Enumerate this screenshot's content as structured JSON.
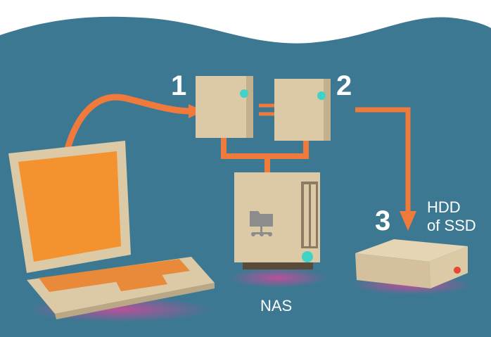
{
  "labels": {
    "step1": "1",
    "step2": "2",
    "step3": "3",
    "nas": "NAS",
    "target_line1": "HDD",
    "target_line2": "of SSD"
  },
  "colors": {
    "background": "#3d7893",
    "arrow": "#f07a3c",
    "device": "#dccaa6",
    "screen": "#f3922f",
    "led_teal": "#3fd3c8",
    "led_red": "#e8463a"
  }
}
